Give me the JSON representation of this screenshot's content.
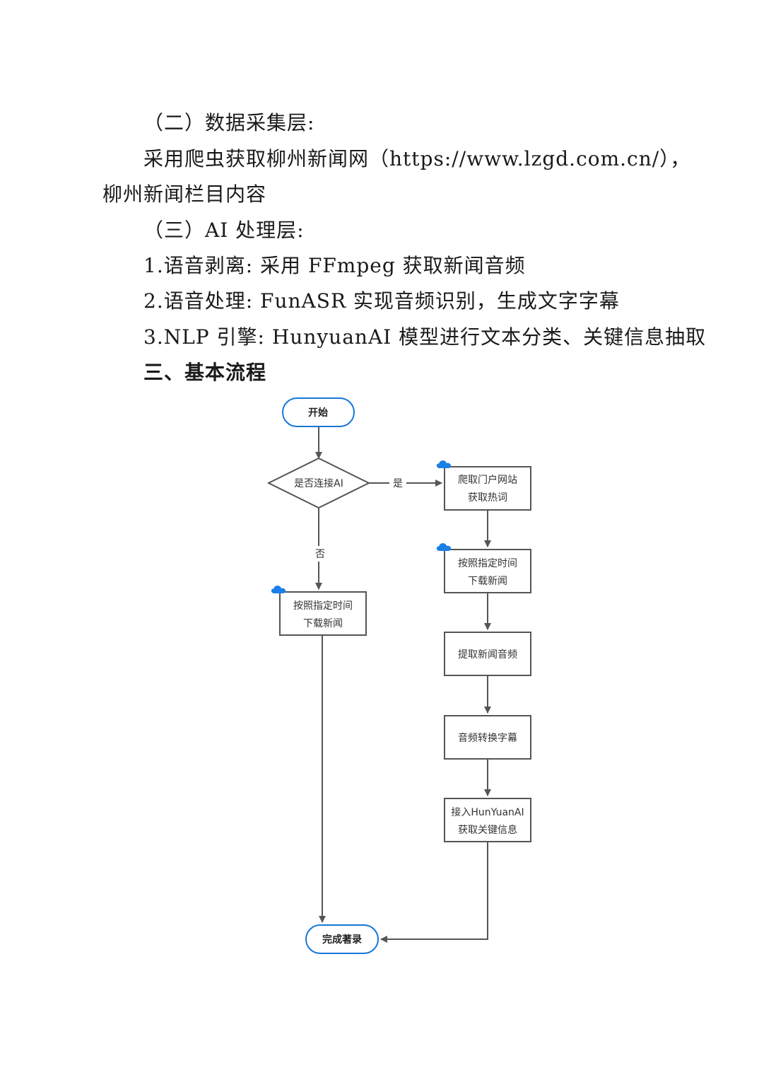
{
  "paragraphs": {
    "p1": "（二）数据采集层:",
    "p2a": "采用爬虫获取柳州新闻网（https://www.lzgd.com.cn/），",
    "p2b": "柳州新闻栏目内容",
    "p3": "（三）AI 处理层:",
    "p4": "1.语音剥离: 采用 FFmpeg 获取新闻音频",
    "p5": "2.语音处理: FunASR 实现音频识别，生成文字字幕",
    "p6": "3.NLP 引擎: HunyuanAI 模型进行文本分类、关键信息抽取",
    "section_title": "三、基本流程"
  },
  "flowchart": {
    "start": "开始",
    "decision": "是否连接AI",
    "yes_label": "是",
    "no_label": "否",
    "left_download": [
      "按照指定时间",
      "下载新闻"
    ],
    "crawl": [
      "爬取门户网站",
      "获取热词"
    ],
    "right_download": [
      "按照指定时间",
      "下载新闻"
    ],
    "extract_audio": "提取新闻音频",
    "audio_to_subtitle": "音频转换字幕",
    "hunyuan": [
      "接入HunYuanAI",
      "获取关键信息"
    ],
    "end": "完成著录",
    "colors": {
      "terminal_border": "#1677d9",
      "box_border": "#555555",
      "arrow": "#555555",
      "cloud": "#1a7fe6"
    },
    "icons": {
      "cloud": "cloud-icon"
    }
  }
}
